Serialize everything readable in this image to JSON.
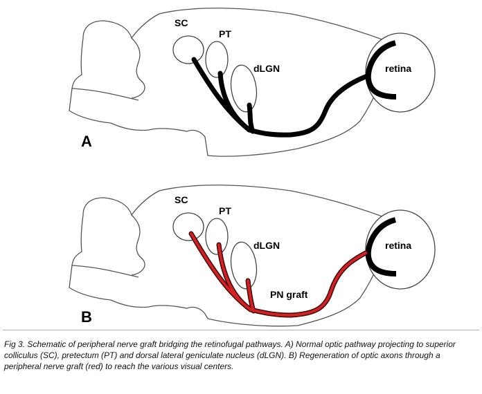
{
  "panel_a": {
    "letter": "A",
    "labels": {
      "sc": "SC",
      "pt": "PT",
      "dlgn": "dLGN",
      "retina": "retina"
    }
  },
  "panel_b": {
    "letter": "B",
    "labels": {
      "sc": "SC",
      "pt": "PT",
      "dlgn": "dLGN",
      "retina": "retina",
      "graft": "PN graft"
    }
  },
  "colors": {
    "normal_pathway": "#000000",
    "graft_pathway": "#d42020",
    "outline": "#555555"
  },
  "caption": "Fig 3. Schematic of peripheral nerve graft bridging the retinofugal pathways. A) Normal optic pathway projecting to superior colliculus (SC), pretectum (PT) and dorsal lateral geniculate nucleus (dLGN). B) Regeneration of optic axons through a peripheral nerve graft (red) to reach the various visual centers."
}
